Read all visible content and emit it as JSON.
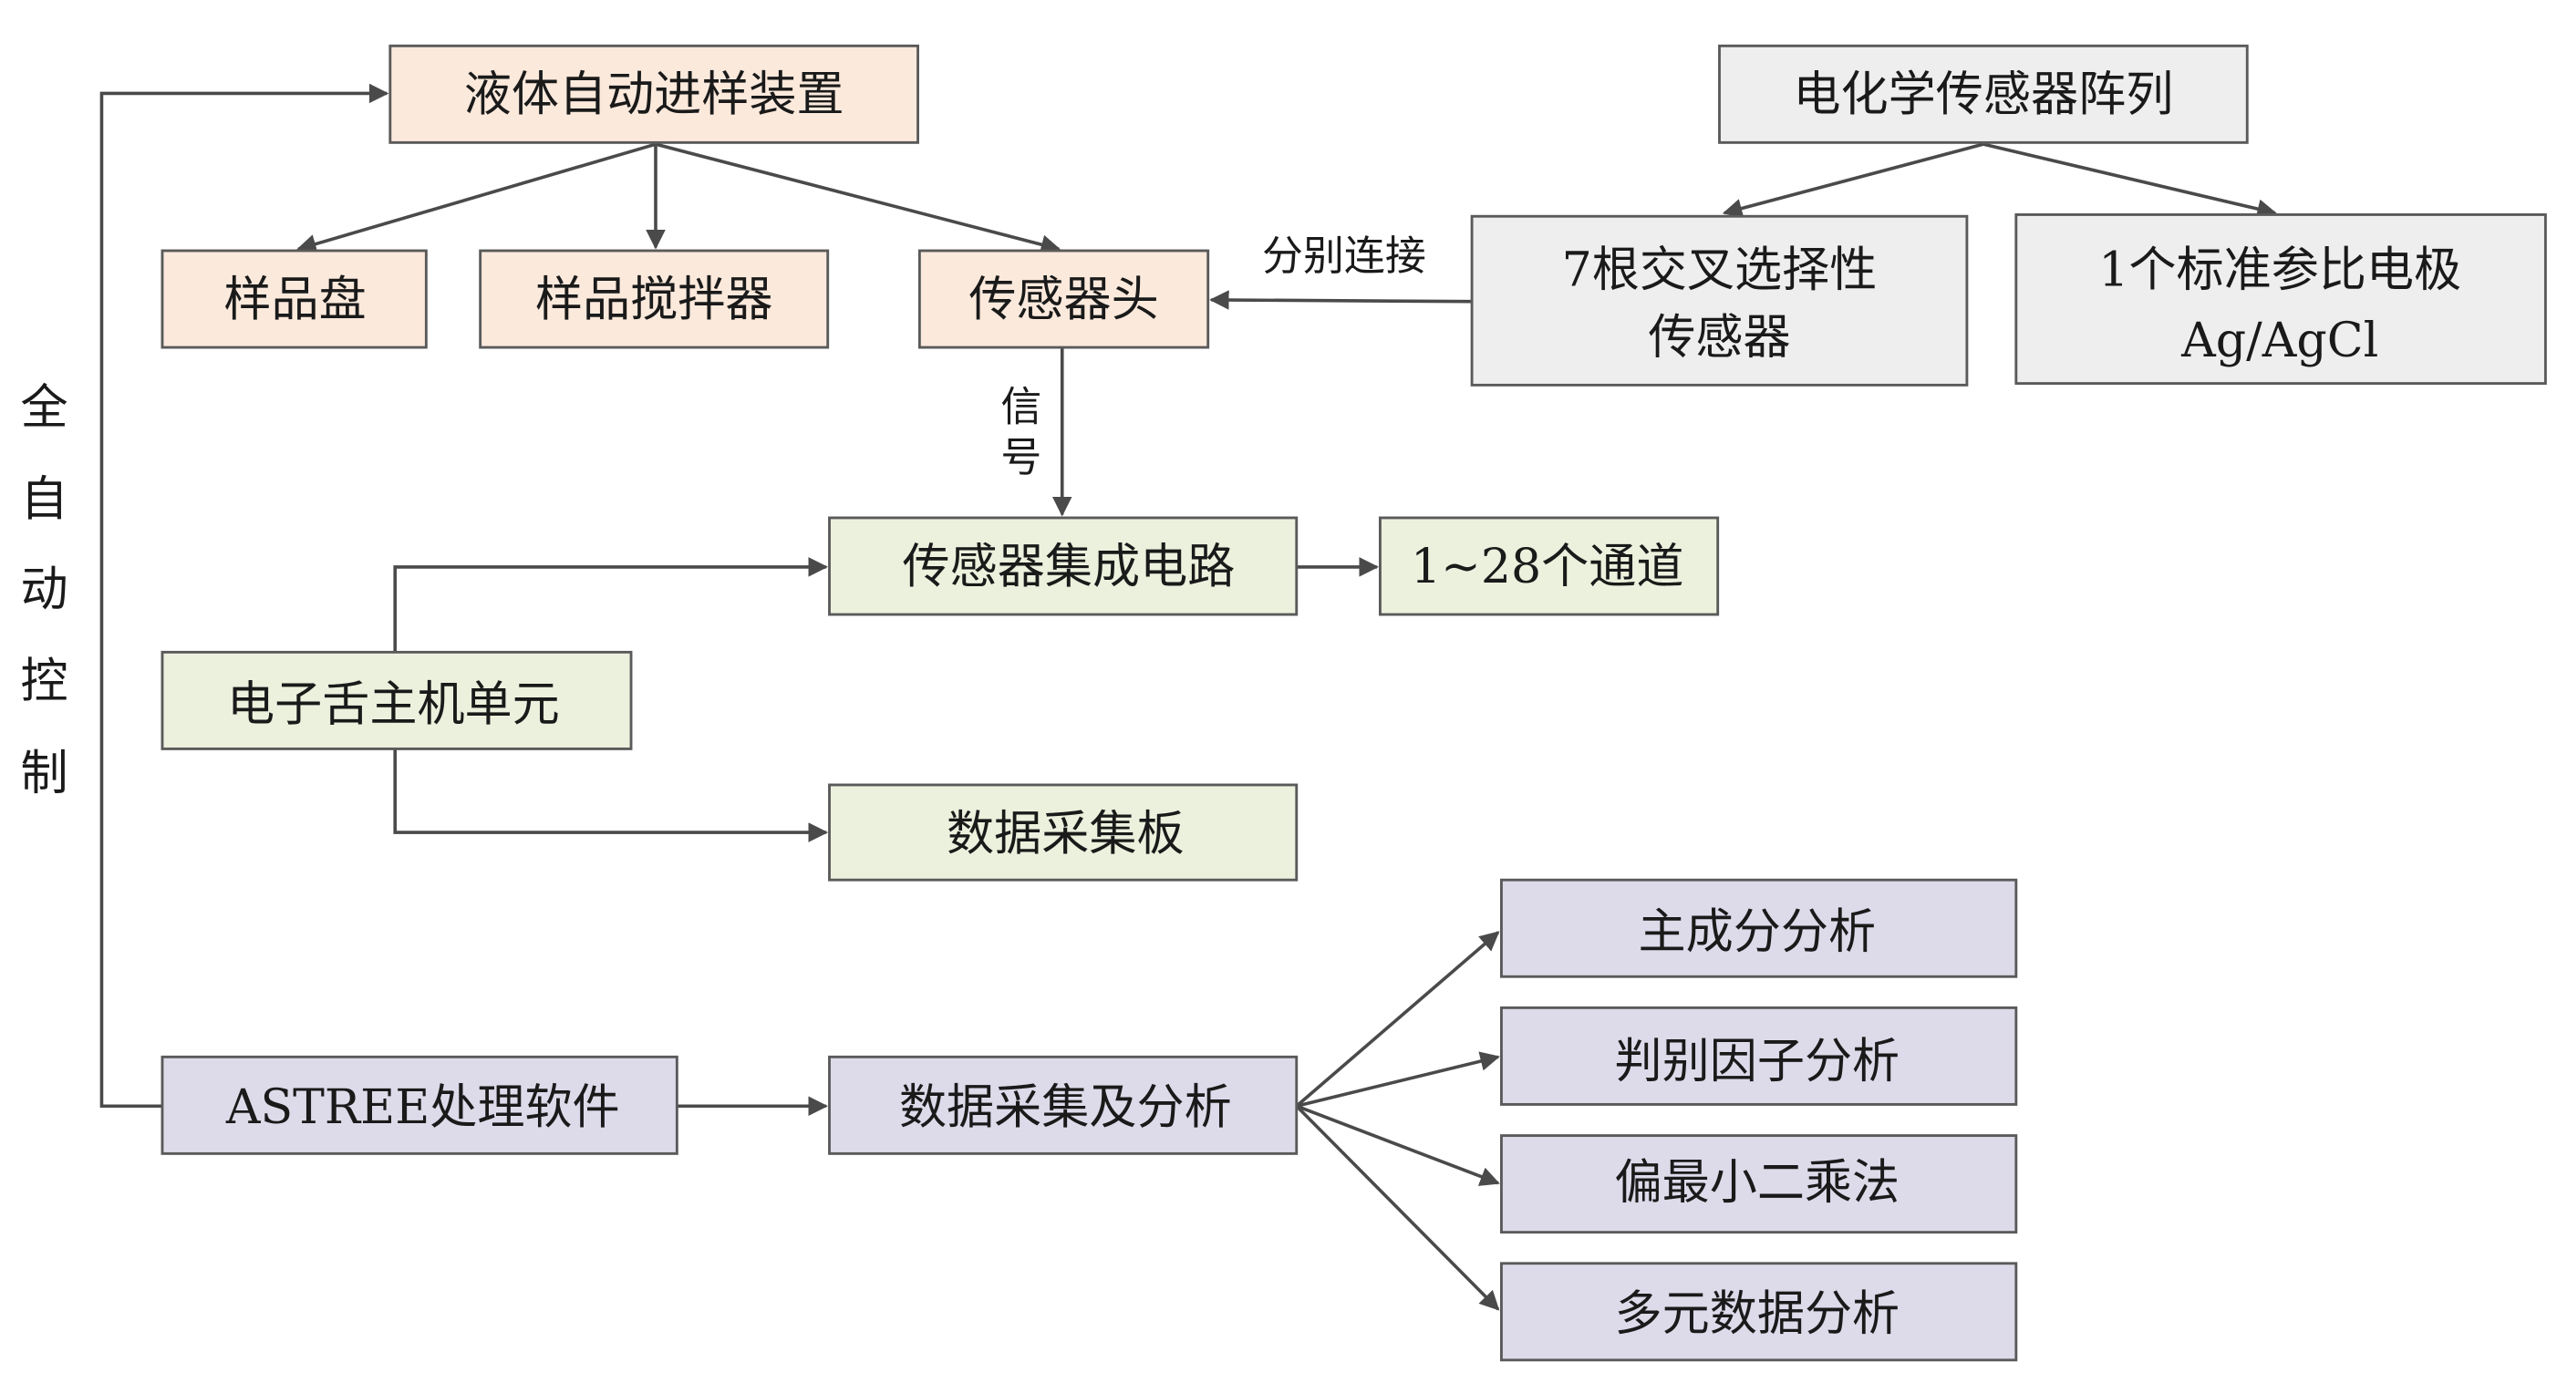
{
  "colors": {
    "sampler": "#fbe9dc",
    "sensor": "#eeeeee",
    "circuit": "#ebf1dd",
    "software": "#dddbea",
    "line": "#4a4a4a",
    "border": "#5a5a5a"
  },
  "nodes": {
    "autosampler": "液体自动进样装置",
    "sample_tray": "样品盘",
    "sample_stirrer": "样品搅拌器",
    "sensor_head": "传感器头",
    "sensor_array": "电化学传感器阵列",
    "cross_sensors_1": "7根交叉选择性",
    "cross_sensors_2": "传感器",
    "reference_1": "1个标准参比电极",
    "reference_2": "Ag/AgCl",
    "integrated_circuit": "传感器集成电路",
    "channels": "1~28个通道",
    "host_unit": "电子舌主机单元",
    "acq_board": "数据采集板",
    "software": "ASTREE处理软件",
    "acq_analysis": "数据采集及分析",
    "pca": "主成分分析",
    "dfa": "判别因子分析",
    "pls": "偏最小二乘法",
    "multivariate": "多元数据分析"
  },
  "labels": {
    "connect": "分别连接",
    "signal_1": "信",
    "signal_2": "号",
    "control": [
      "全",
      "自",
      "动",
      "控",
      "制"
    ]
  }
}
